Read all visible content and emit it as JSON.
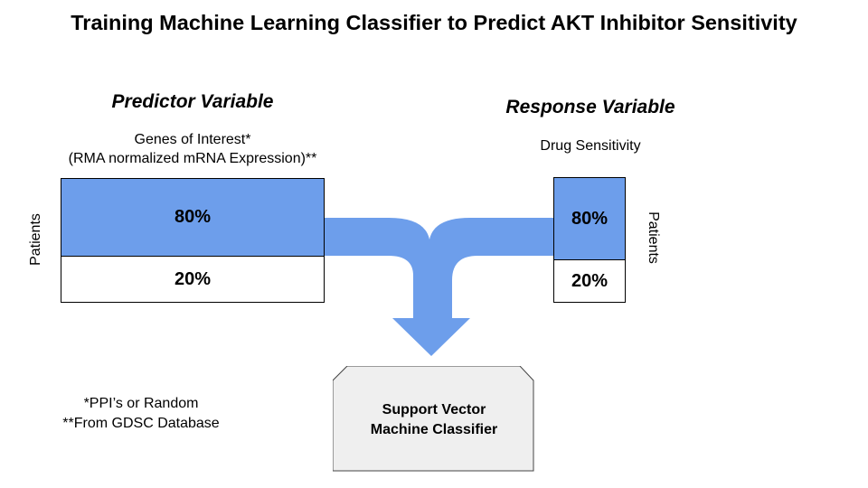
{
  "title": "Training Machine Learning Classifier to Predict AKT Inhibitor Sensitivity",
  "predictor": {
    "heading": "Predictor Variable",
    "sub_line1": "Genes of Interest*",
    "sub_line2": "(RMA normalized mRNA Expression)**",
    "train_pct": "80%",
    "test_pct": "20%",
    "axis_label": "Patients"
  },
  "response": {
    "heading": "Response Variable",
    "sub": "Drug Sensitivity",
    "train_pct": "80%",
    "test_pct": "20%",
    "axis_label": "Patients"
  },
  "classifier": {
    "line1": "Support Vector",
    "line2": "Machine Classifier"
  },
  "footnotes": {
    "line1": "*PPI’s or Random",
    "line2": "**From GDSC Database"
  },
  "colors": {
    "accent_blue": "#6d9eeb",
    "box_fill": "#efefef"
  }
}
